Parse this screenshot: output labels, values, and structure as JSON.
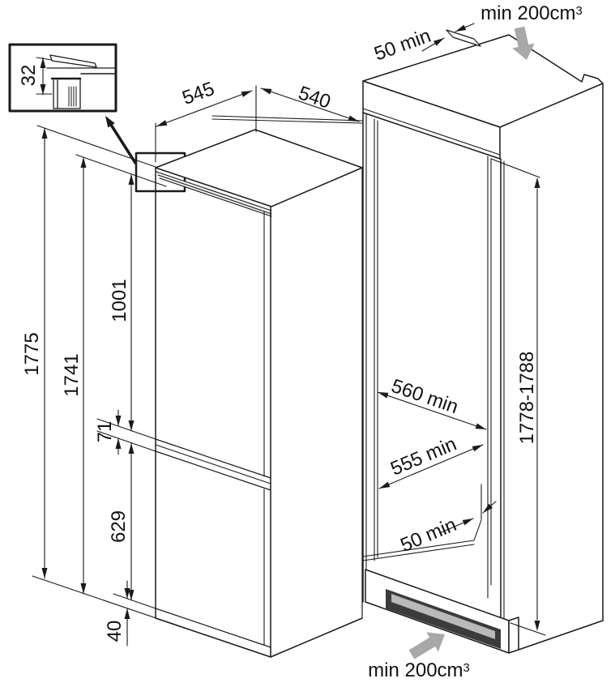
{
  "detail_inset": {
    "hinge_clearance": "32"
  },
  "fridge_dims": {
    "total_height": "1775",
    "body_height": "1741",
    "upper_door_height": "1001",
    "door_gap": "71",
    "lower_door_height": "629",
    "plinth_height": "40",
    "top_depth": "545",
    "top_width": "540"
  },
  "niche_dims": {
    "top_rear_gap": "50 min",
    "niche_width": "560 min",
    "niche_depth": "555 min",
    "bottom_rear_gap": "50 min",
    "niche_height": "1778-1788"
  },
  "ventilation": {
    "top_airflow": "min 200cm",
    "top_airflow_sup": "3",
    "bottom_airflow": "min 200cm",
    "bottom_airflow_sup": "3"
  },
  "colors": {
    "line": "#1a1a1a",
    "arrow_gray": "#a8a8a8",
    "vent_dark": "#3b3b3b",
    "vent_light": "#b9b9b9"
  }
}
